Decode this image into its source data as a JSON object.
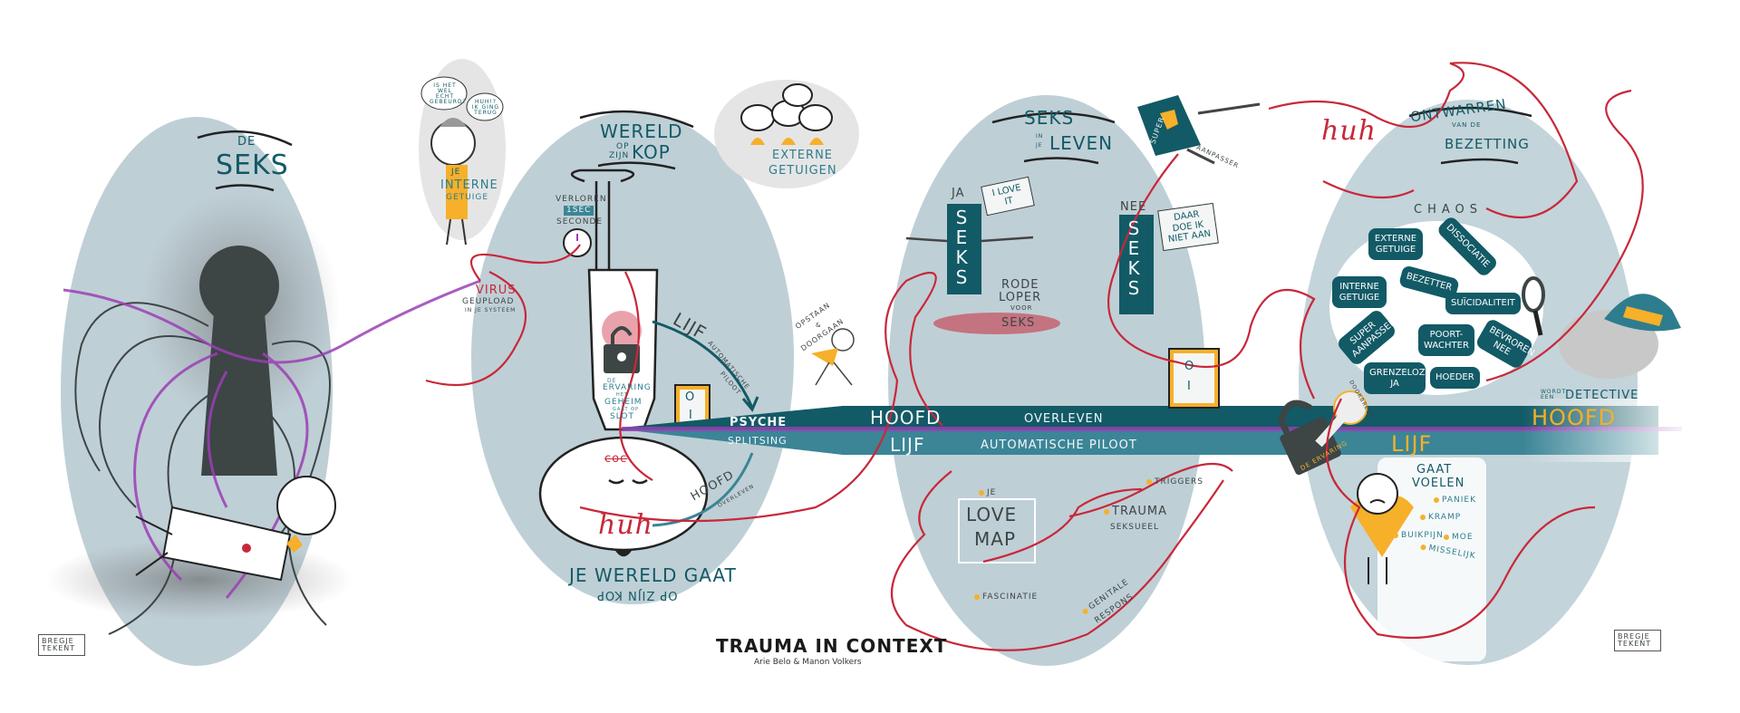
{
  "colors": {
    "ellipse": "#bfcfd6",
    "teal": "#125a66",
    "band_lower": "#3b8597",
    "yellow": "#f6b02a",
    "red": "#c8283a",
    "purple": "#9b3fb5",
    "dark": "#3d4545"
  },
  "section1": {
    "title_top": "DE",
    "title": "SEKS"
  },
  "thought": {
    "bubble1": "IS HET WEL ECHT GEBEURD?",
    "bubble2": "HUH!? IK GING TERUG",
    "je": "JE",
    "label1": "INTERNE",
    "label2": "GETUIGE"
  },
  "section2": {
    "title1": "WERELD",
    "op": "OP",
    "zijn": "ZIJN",
    "kop": "KOP",
    "externe": "EXTERNE",
    "getuigen": "GETUIGEN",
    "verloren": "VERLOREN",
    "sec": "1SEC",
    "seconde": "SECONDE",
    "virus": "VIRUS",
    "geupload": "GEUPLOAD",
    "systeem": "IN JE SYSTEEM",
    "bottle_de": "DE",
    "bottle_ervaring": "ERVARING",
    "bottle_het": "HET",
    "bottle_geheim": "GEHEIM",
    "bottle_gaat_op": "GAAT OP",
    "bottle_slot": "SLOT",
    "arrow_lijf": "LIJF",
    "arrow_auto1": "AUTOMATISCHE",
    "arrow_auto2": "PILOOT",
    "opstaan": "OPSTAAN",
    "amp": "&",
    "doorgaan": "DOORGAAN",
    "psyche": "PSYCHE",
    "splitsing": "SPLITSING",
    "arrow_hoofd": "HOOFD",
    "arrow_overleven": "OVERLEVEN",
    "coc": "coc",
    "huh": "huh",
    "caption1": "JE WERELD GAAT",
    "caption2": "OP ZIJN KOP",
    "switch_on": "O",
    "switch_off": "I"
  },
  "band": {
    "hoofd": "HOOFD",
    "overleven": "OVERLEVEN",
    "lijf": "LIJF",
    "auto": "AUTOMATISCHE PILOOT",
    "hoofd_right": "HOOFD",
    "lijf_right": "LIJF"
  },
  "section3": {
    "title": "SEKS",
    "in": "IN",
    "je": "JE",
    "leven": "LEVEN",
    "book1": "SUPER",
    "book2": "AANPASSER",
    "ja": "JA",
    "ja_seks": "SEKS",
    "ja_sign": "I LOVE IT",
    "rode": "RODE",
    "loper": "LOPER",
    "voor": "VOOR",
    "loper_seks": "SEKS",
    "nee": "NEE",
    "nee_seks": "SEKS",
    "nee_sign": "DAAR DOE IK NIET AAN",
    "map_je": "JE",
    "map_love": "LOVE",
    "map_map": "MAP",
    "triggers": "TRIGGERS",
    "trauma": "TRAUMA",
    "seksueel": "SEKSUEEL",
    "fascinatie": "FASCINATIE",
    "genitale": "GENITALE",
    "respons": "RESPONS",
    "switch_on": "O",
    "switch_off": "I"
  },
  "section4": {
    "huh": "huh",
    "title1": "ONTWARREN",
    "title2": "VAN DE",
    "title3": "BEZETTING",
    "chaos": "CHAOS",
    "pieces": [
      "EXTERNE GETUIGE",
      "DISSOCIATIE",
      "INTERNE GETUIGE",
      "BEZETTER",
      "SUÏCIDALITEIT",
      "SUPER AANPASSER",
      "POORT-WACHTER",
      "BEVROREN NEE",
      "GRENZELOZE JA",
      "HOEDER"
    ],
    "wordt": "WORDT EEN",
    "detective": "DETECTIVE",
    "lock": "DE ERVARING",
    "key": "DOORBREEK",
    "gaat": "GAAT",
    "voelen": "VOELEN",
    "feelings": [
      "PANIEK",
      "KRAMP",
      "BUIKPIJN",
      "MOE",
      "MISSELIJK"
    ]
  },
  "footer": {
    "logo": "TRAUMA IN CONTEXT",
    "authors": "Arie Belo & Manon Volkers",
    "signature_left": "BREGJE TEKENT",
    "signature_right": "BREGJE TEKENT"
  }
}
